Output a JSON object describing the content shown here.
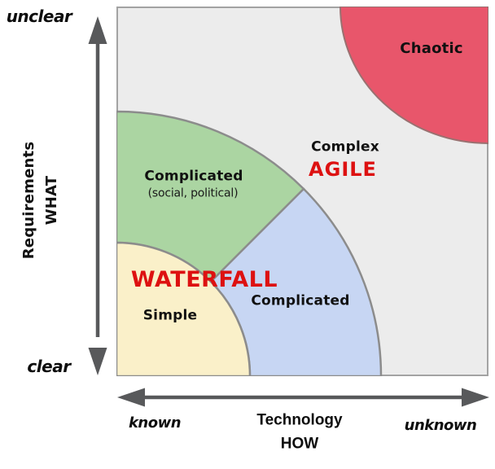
{
  "colors": {
    "plot_bg": "#ececec",
    "plot_border": "#a3a3a3",
    "region_stroke": "#8c8c8c",
    "chaotic_red": "#e8566b",
    "social_green": "#abd5a2",
    "simple_yellow": "#faf0c9",
    "technical_blue": "#c7d6f3",
    "arrow_grey": "#58595b",
    "method_red": "#dd1111"
  },
  "regions": {
    "chaotic": {
      "label": "Chaotic"
    },
    "complex": {
      "label": "Complex",
      "method": "AGILE"
    },
    "complicated_social": {
      "label": "Complicated",
      "sublabel": "(social, political)"
    },
    "complicated_technical": {
      "label": "Complicated"
    },
    "simple": {
      "label": "Simple",
      "method": "WATERFALL"
    }
  },
  "axes": {
    "vertical": {
      "title_line1": "Requirements",
      "title_line2": "WHAT",
      "top_label": "unclear",
      "bottom_label": "clear"
    },
    "horizontal": {
      "title_line1": "Technology",
      "title_line2": "HOW",
      "left_label": "known",
      "right_label": "unknown"
    }
  }
}
